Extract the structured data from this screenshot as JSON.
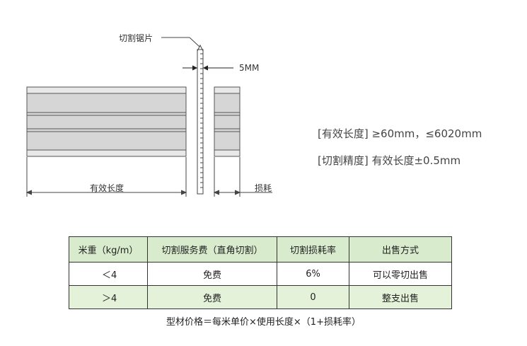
{
  "diagram": {
    "saw_blade_label": "切割锯片",
    "gap_label": "5MM",
    "effective_length_label": "有效长度",
    "loss_label": "损耗"
  },
  "specs": {
    "length_range": "[有效长度] ≥60mm，≤6020mm",
    "cut_precision": "[切割精度] 有效长度±0.5mm"
  },
  "table": {
    "headers": [
      "米重（kg/m）",
      "切割服务费（直角切割）",
      "切割损耗率",
      "出售方式"
    ],
    "rows": [
      [
        "＜4",
        "免费",
        "6%",
        "可以零切出售"
      ],
      [
        "＞4",
        "免费",
        "0",
        "整支出售"
      ]
    ]
  },
  "formula": "型材价格＝每米单价×使用长度×（1+损耗率）"
}
